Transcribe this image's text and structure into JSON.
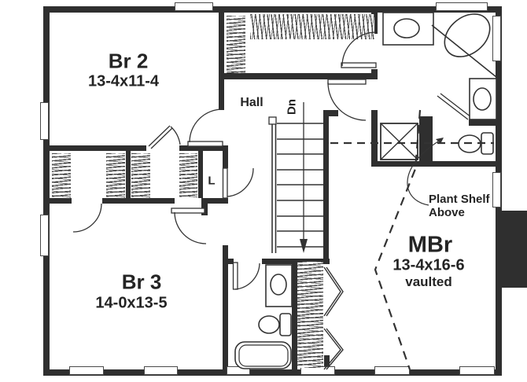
{
  "drawing": {
    "type": "second-floor-plan",
    "background": "#ffffff",
    "wall_color": "#2f2f2f",
    "line_color": "#333333"
  },
  "rooms": {
    "br2": {
      "label": "Br 2",
      "dims": "13-4x11-4"
    },
    "br3": {
      "label": "Br 3",
      "dims": "14-0x13-5"
    },
    "mbr": {
      "label": "MBr",
      "dims": "13-4x16-6",
      "note": "vaulted"
    },
    "hall": {
      "label": "Hall"
    },
    "linen": {
      "label": "L"
    }
  },
  "stairs": {
    "direction_label": "Dn"
  },
  "annotations": {
    "plant_shelf_line1": "Plant Shelf",
    "plant_shelf_line2": "Above"
  },
  "fixtures": [
    "corner-tub",
    "vanity-sink-bath1",
    "vanity-sink-bath1-right",
    "toilet-bath1",
    "mechanical-chase",
    "vanity-sink-hall-bath",
    "toilet-hall-bath",
    "bathtub-hall-bath",
    "stairs-down",
    "closet-rods",
    "bifold-doors"
  ]
}
